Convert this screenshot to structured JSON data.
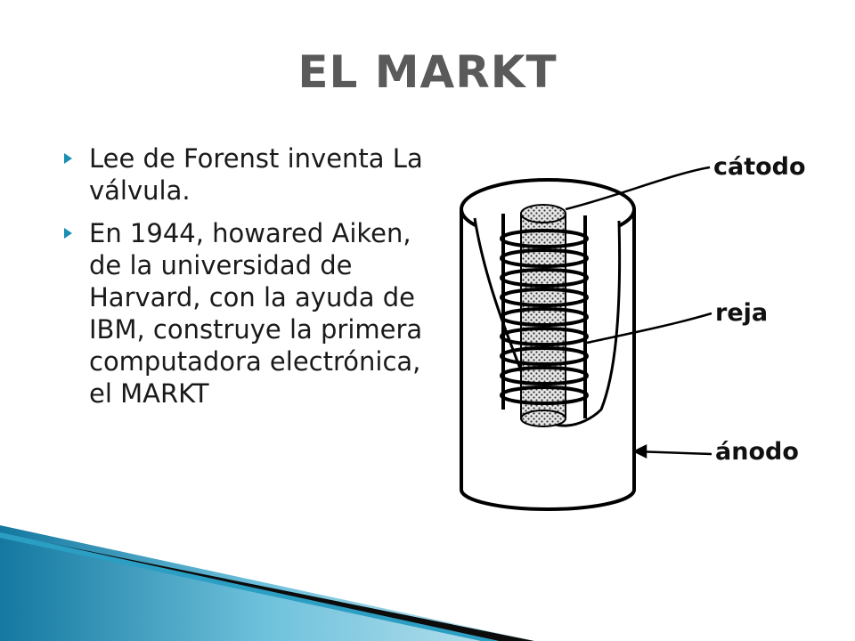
{
  "slide": {
    "title": "EL MARKT",
    "bullets": [
      "Lee de Forenst inventa La válvula.",
      "En 1944, howared Aiken, de la universidad de Harvard, con la ayuda de IBM, construye la primera computadora electrónica, el MARKT"
    ]
  },
  "diagram": {
    "labels": {
      "cathode": "cátodo",
      "grid": "reja",
      "anode": "ánodo"
    }
  },
  "colors": {
    "accent": "#1a8fb3",
    "title": "#5a5a5a"
  }
}
